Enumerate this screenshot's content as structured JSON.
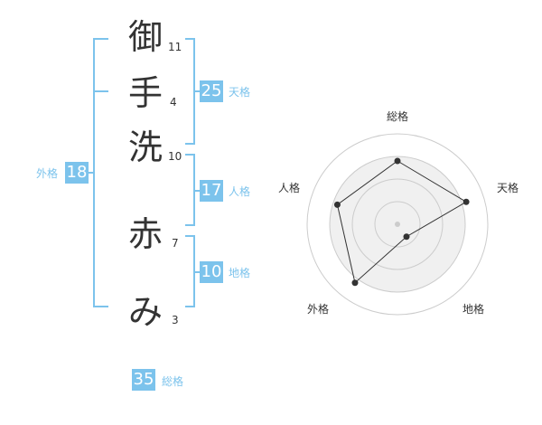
{
  "name": {
    "chars": [
      {
        "char": "御",
        "strokes": "11"
      },
      {
        "char": "手",
        "strokes": "4"
      },
      {
        "char": "洗",
        "strokes": "10"
      },
      {
        "char": "赤",
        "strokes": "7"
      },
      {
        "char": "み",
        "strokes": "3"
      }
    ]
  },
  "fortune": {
    "tenkaku": {
      "value": "25",
      "label": "天格"
    },
    "jinkaku": {
      "value": "17",
      "label": "人格"
    },
    "chikaku": {
      "value": "10",
      "label": "地格"
    },
    "gaikaku": {
      "value": "18",
      "label": "外格"
    },
    "soukaku": {
      "value": "35",
      "label": "総格"
    }
  },
  "colors": {
    "accent": "#7cc3ec",
    "text": "#333333",
    "grid": "#cccccc",
    "fill": "#f0f0f0"
  },
  "chart_data": {
    "type": "radar",
    "axes": [
      "総格",
      "天格",
      "地格",
      "外格",
      "人格"
    ],
    "values": [
      0.7,
      0.8,
      0.17,
      0.8,
      0.7
    ],
    "range": [
      0,
      1
    ],
    "rings": 4
  }
}
